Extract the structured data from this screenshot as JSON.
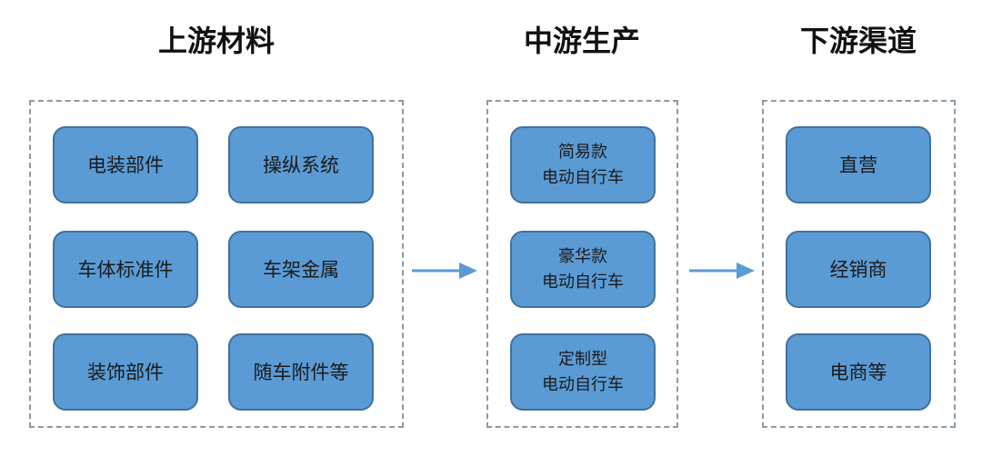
{
  "columns": [
    {
      "title": "上游材料",
      "items": [
        "电装部件",
        "操纵系统",
        "车体标准件",
        "车架金属",
        "装饰部件",
        "随车附件等"
      ]
    },
    {
      "title": "中游生产",
      "items": [
        [
          "简易款",
          "电动自行车"
        ],
        [
          "豪华款",
          "电动自行车"
        ],
        [
          "定制型",
          "电动自行车"
        ]
      ]
    },
    {
      "title": "下游渠道",
      "items": [
        "直营",
        "经销商",
        "电商等"
      ]
    }
  ],
  "colors": {
    "node_fill": "#5b9bd5",
    "node_border": "#41719c",
    "dash": "#8d9aa6",
    "arrow": "#5b9bd5"
  }
}
